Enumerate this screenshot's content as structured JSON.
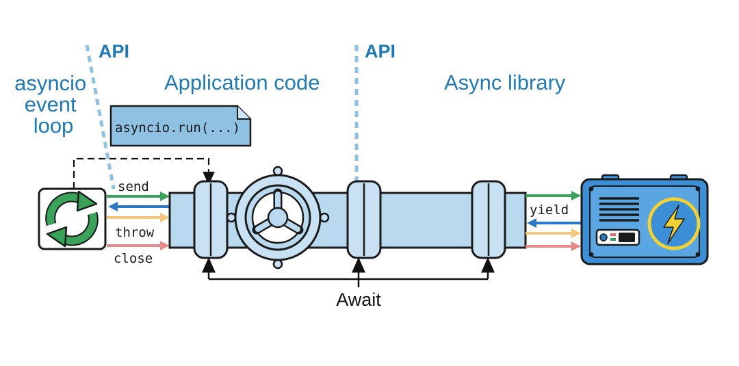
{
  "labels": {
    "event_loop": [
      "asyncio",
      "event",
      "loop"
    ],
    "application_code": "Application code",
    "async_library": "Async library",
    "api_left": "API",
    "api_right": "API",
    "code_note": "asyncio.run(...)",
    "send": "send",
    "throw": "throw",
    "close": "close",
    "yield": "yield",
    "await": "Await"
  },
  "icons": {
    "event_loop": "cycle-arrows-icon",
    "valve": "valve-wheel-icon",
    "generator": "generator-lightning-icon"
  },
  "colors": {
    "blue_text": "#1f7ab8",
    "pipe": "#b9d9ef",
    "send": "#3aa35a",
    "back": "#2b79c2",
    "throw": "#f5c77a",
    "close": "#e88a8a",
    "cycle_green": "#3aa35a",
    "generator_body": "#3a8fd6",
    "bolt": "#f2d233"
  }
}
